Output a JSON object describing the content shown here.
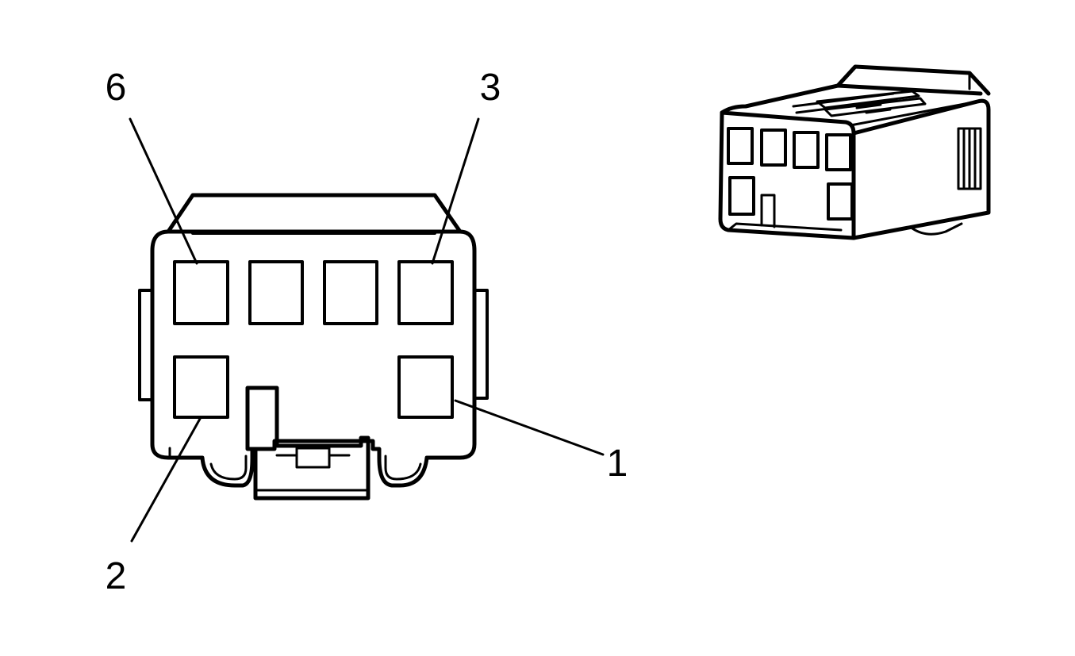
{
  "colors": {
    "stroke": "#000000",
    "background": "#ffffff"
  },
  "callouts": {
    "pin_6": "6",
    "pin_3": "3",
    "pin_1": "1",
    "pin_2": "2"
  }
}
